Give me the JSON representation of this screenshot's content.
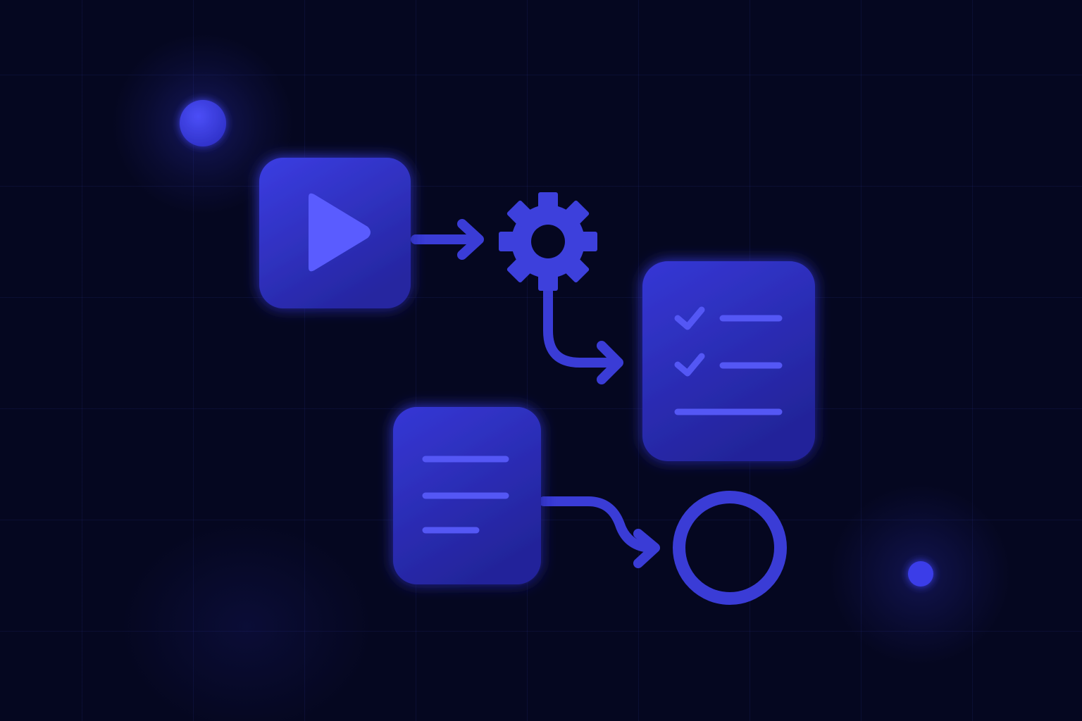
{
  "colors": {
    "background": "#050720",
    "grid": "#1a1f5c",
    "accent": "#4a4ef2",
    "tile_top": "#3a3ce0",
    "tile_bottom": "#2a2aa6",
    "icon_light": "#5a5cff",
    "glow": "#3c3ff0"
  },
  "nodes": [
    {
      "id": "start",
      "icon": "play-icon",
      "shape": "rounded-tile"
    },
    {
      "id": "process",
      "icon": "gear-icon",
      "shape": "icon-only"
    },
    {
      "id": "checklist",
      "icon": "checklist-icon",
      "shape": "rounded-tile",
      "checked_items": 2,
      "total_items": 3
    },
    {
      "id": "document",
      "icon": "document-lines-icon",
      "shape": "rounded-tile",
      "line_items": 3
    },
    {
      "id": "end",
      "icon": "circle-ring-icon",
      "shape": "icon-only"
    }
  ],
  "edges": [
    {
      "from": "start",
      "to": "process",
      "style": "straight-arrow"
    },
    {
      "from": "process",
      "to": "checklist",
      "style": "curved-arrow"
    },
    {
      "from": "document",
      "to": "end",
      "style": "curved-arrow"
    }
  ]
}
